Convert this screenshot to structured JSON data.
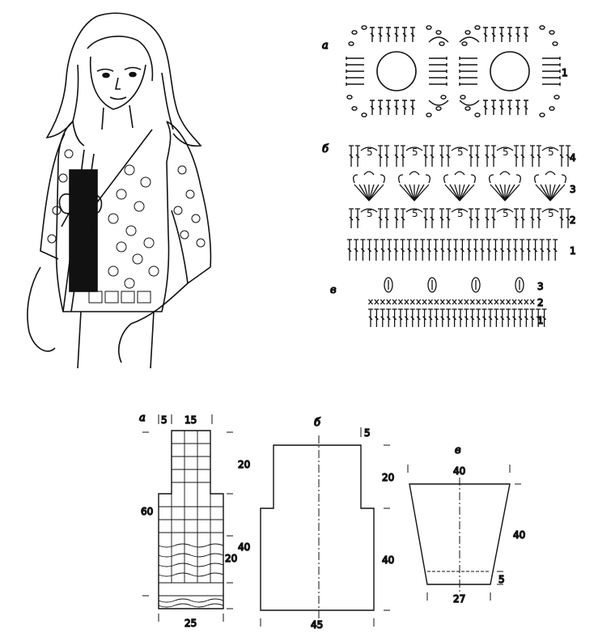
{
  "illustration": {
    "subject": "woman-in-crochet-cardigan"
  },
  "charts": {
    "a": {
      "label": "а",
      "rows": [
        "1"
      ]
    },
    "b": {
      "label": "б",
      "rows": [
        "4",
        "3",
        "2",
        "1"
      ],
      "chain_count": "5"
    },
    "v": {
      "label": "в",
      "rows": [
        "3",
        "2",
        "1"
      ]
    }
  },
  "schematics": {
    "a": {
      "label": "а",
      "top_widths": [
        "5",
        "15"
      ],
      "upper_height": "20",
      "total_height": "60",
      "lower_height": "40",
      "band_height": "20",
      "bottom_width": "25"
    },
    "b": {
      "label": "б",
      "shoulder": "5",
      "upper_height": "20",
      "lower_height": "40",
      "bottom_width": "45"
    },
    "v": {
      "label": "в",
      "top_width": "40",
      "height": "40",
      "cuff": "5",
      "bottom_width": "27"
    }
  }
}
